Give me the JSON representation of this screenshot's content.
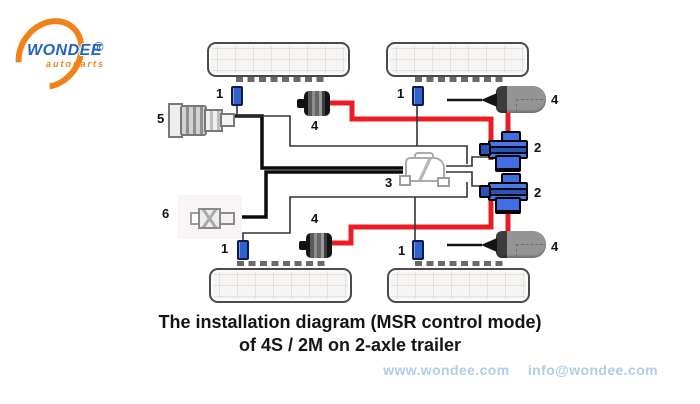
{
  "logo": {
    "brand": "WONDEE",
    "tagline": "autoparts",
    "registered": "®"
  },
  "caption": {
    "line1": "The installation diagram (MSR control mode)",
    "line2": "of 4S / 2M on 2-axle trailer"
  },
  "footer": {
    "website": "www.wondee.com",
    "email": "info@wondee.com"
  },
  "diagram": {
    "labels": {
      "sensor": "1",
      "modulator": "2",
      "ecu": "3",
      "brake_chamber": "4",
      "power_connector": "5",
      "diagnostic_connector": "6"
    },
    "colors": {
      "pneumatic_line": "#EC1C24",
      "electric_cable": "#0b0b0b",
      "sensor_blue": "#2E63CF",
      "valve_blue": "#3F6FE3",
      "footer_blue": "#AECDEC",
      "logo_orange": "#F08219",
      "logo_blue": "#2264BE"
    }
  }
}
